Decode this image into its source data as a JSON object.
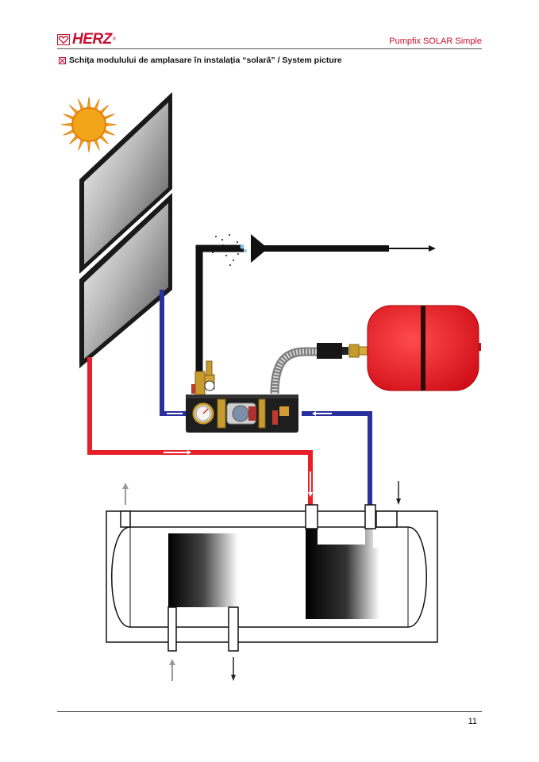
{
  "header": {
    "brand": "HERZ",
    "doc_title": "Pumpfix SOLAR Simple"
  },
  "section": {
    "title": "Schița modulului de amplasare în instalația “solară” / System picture"
  },
  "footer": {
    "page_number": "11"
  },
  "colors": {
    "brand_red": "#c8102e",
    "hot_pipe": "#e8202a",
    "cold_pipe": "#2a2f9e",
    "vessel": "#e3242b",
    "pump_body": "#1e1e1e",
    "sun": "#f3a51a"
  },
  "icons": {
    "logo": "herz-heart-logo",
    "section_marker": "checkbox-x-icon",
    "sun": "sun-icon",
    "collector": "solar-collector-panel",
    "expansion_vessel": "expansion-vessel",
    "pump_group": "pump-station",
    "storage_tank": "storage-tank"
  }
}
